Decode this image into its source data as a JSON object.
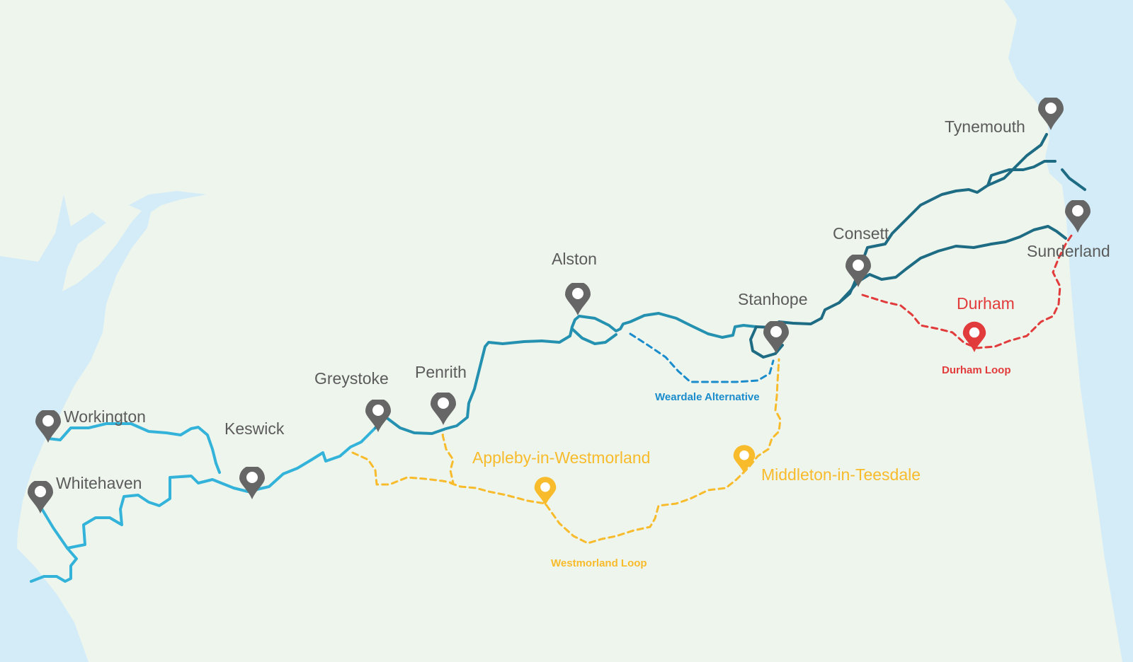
{
  "colors": {
    "land": "#eef5ed",
    "sea": "#d3ecf8",
    "main_route_dark": "#1e6b84",
    "main_route_mid": "#2591b0",
    "west_route": "#33b3d9",
    "westmorland": "#f7bb2b",
    "weardale": "#1a8ccc",
    "durham": "#e23b3b",
    "pin_grey": "#666666",
    "text_grey": "#5b5b5b"
  },
  "towns": {
    "tynemouth": "Tynemouth",
    "sunderland": "Sunderland",
    "consett": "Consett",
    "alston": "Alston",
    "stanhope": "Stanhope",
    "greystoke": "Greystoke",
    "penrith": "Penrith",
    "keswick": "Keswick",
    "workington": "Workington",
    "whitehaven": "Whitehaven",
    "durham": "Durham",
    "appleby": "Appleby-in-Westmorland",
    "middleton": "Middleton-in-Teesdale"
  },
  "loops": {
    "westmorland": "Westmorland Loop",
    "weardale": "Weardale Alternative",
    "durham": "Durham Loop"
  },
  "pins": [
    {
      "name": "tynemouth-pin",
      "color": "grey",
      "icon": "map-pin-icon"
    },
    {
      "name": "sunderland-pin",
      "color": "grey",
      "icon": "map-pin-icon"
    },
    {
      "name": "consett-pin",
      "color": "grey",
      "icon": "map-pin-icon"
    },
    {
      "name": "alston-pin",
      "color": "grey",
      "icon": "map-pin-icon"
    },
    {
      "name": "stanhope-pin",
      "color": "grey",
      "icon": "map-pin-icon"
    },
    {
      "name": "greystoke-pin",
      "color": "grey",
      "icon": "map-pin-icon"
    },
    {
      "name": "penrith-pin",
      "color": "grey",
      "icon": "map-pin-icon"
    },
    {
      "name": "keswick-pin",
      "color": "grey",
      "icon": "map-pin-icon"
    },
    {
      "name": "workington-pin",
      "color": "grey",
      "icon": "map-pin-icon"
    },
    {
      "name": "whitehaven-pin",
      "color": "grey",
      "icon": "map-pin-icon"
    },
    {
      "name": "durham-pin",
      "color": "red",
      "icon": "map-pin-icon"
    },
    {
      "name": "appleby-pin",
      "color": "yellow",
      "icon": "map-pin-icon"
    },
    {
      "name": "middleton-pin",
      "color": "yellow",
      "icon": "map-pin-icon"
    }
  ]
}
